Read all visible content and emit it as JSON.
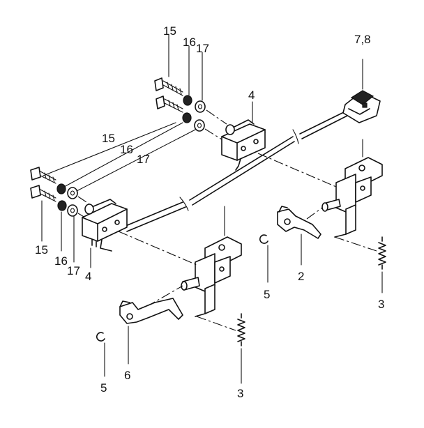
{
  "callouts": {
    "screw_top": "15",
    "lockwasher_top": "16",
    "washer_top": "17",
    "connector": "7,8",
    "switch_top": "4",
    "screw_mid": "15",
    "lockwasher_mid": "16",
    "washer_mid": "17",
    "screw_bottom": "15",
    "lockwasher_bottom": "16",
    "washer_bottom": "17",
    "switch_bottom": "4",
    "lever_right": "2",
    "clip_right": "5",
    "spring_right": "3",
    "lever_left": "6",
    "clip_left": "5",
    "spring_left": "3"
  }
}
